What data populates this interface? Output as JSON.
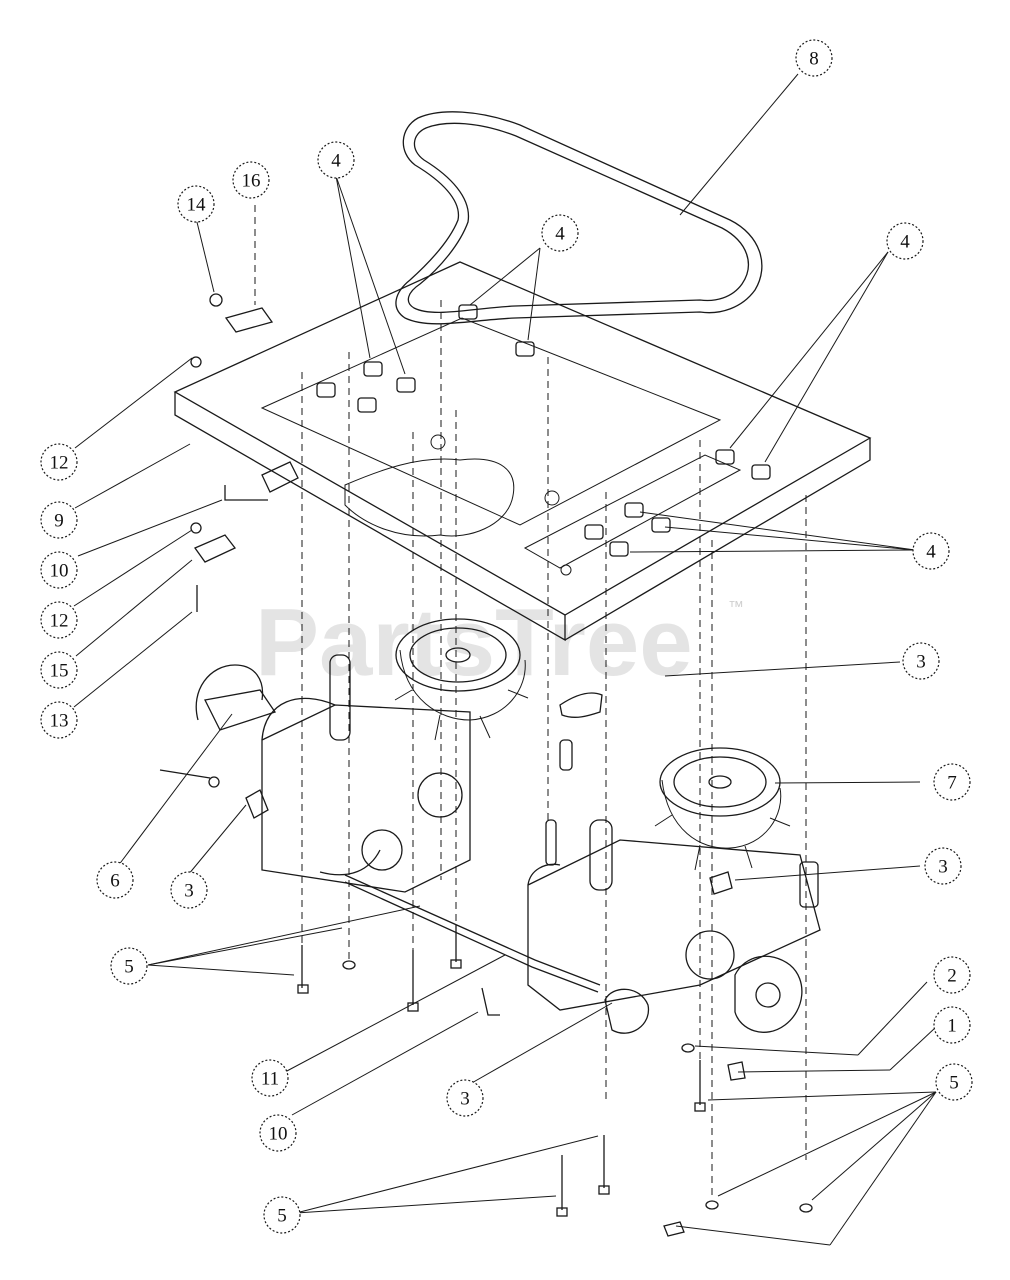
{
  "watermark": {
    "text": "PartsTree",
    "mark": "™"
  },
  "callouts": [
    "8",
    "16",
    "14",
    "4",
    "4",
    "4",
    "12",
    "9",
    "10",
    "12",
    "15",
    "13",
    "4",
    "3",
    "7",
    "6",
    "3",
    "3",
    "5",
    "2",
    "1",
    "11",
    "10",
    "3",
    "5",
    "5"
  ]
}
